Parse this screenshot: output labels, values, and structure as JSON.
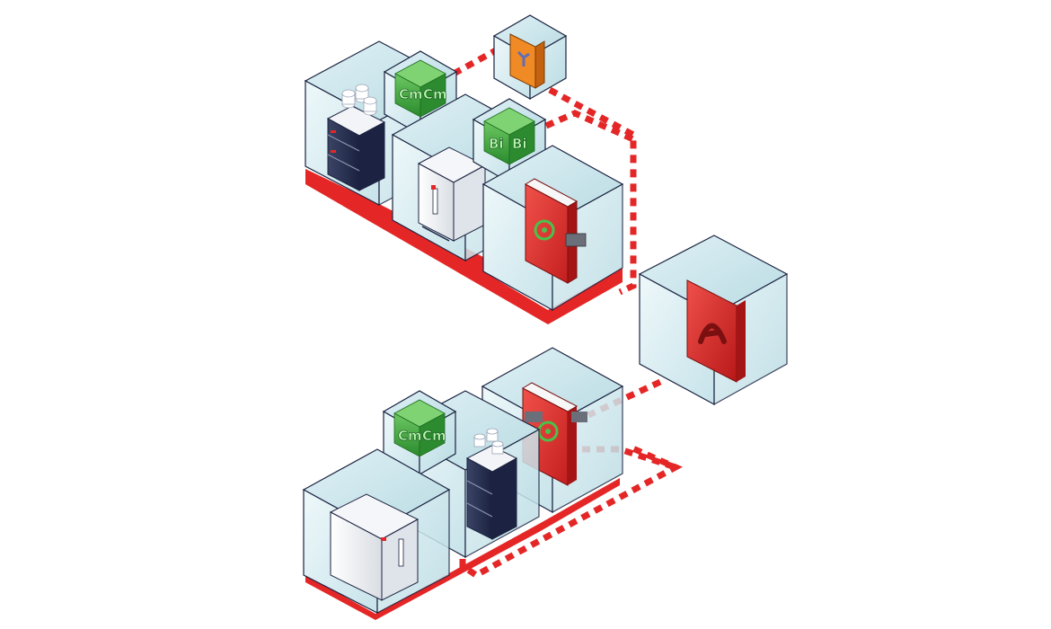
{
  "diagram": {
    "colors": {
      "accent_red": "#e42626",
      "box_fill": "#d9eef2",
      "box_stroke": "#1b2340",
      "cube_green": "#3fa43d",
      "notebook_orange": "#f08a24",
      "notebook_red": "#e23a34"
    },
    "upper_group": {
      "instrument_cube_labels": [
        "Cm",
        "Cm"
      ],
      "instrument_cube_labels_b": [
        "Bi",
        "Bi"
      ]
    },
    "lower_group": {
      "instrument_cube_labels": [
        "Cm",
        "Cm"
      ]
    },
    "icons": [
      "hplc-instrument-icon",
      "chromatography-software-cube-icon",
      "mass-spec-instrument-icon",
      "bioanalysis-software-cube-icon",
      "electronic-lab-notebook-icon",
      "orange-notebook-icon",
      "cloud-platform-icon"
    ]
  }
}
